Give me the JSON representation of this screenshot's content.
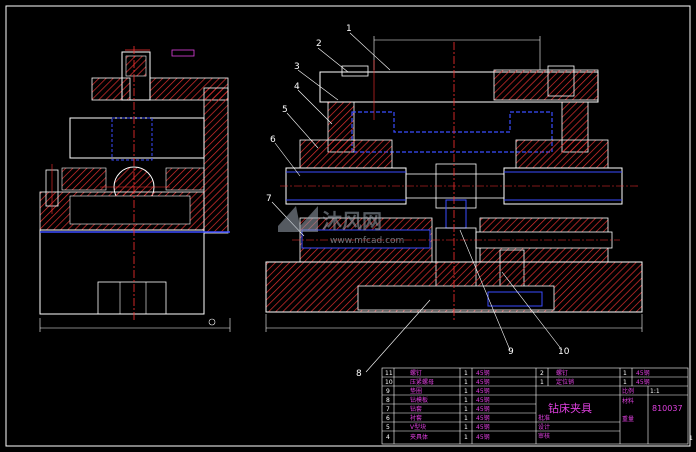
{
  "title": "钻床夹具",
  "drawing_number": "810037",
  "scale": "1:1",
  "sheet_index": "1",
  "callouts": [
    "1",
    "2",
    "3",
    "4",
    "5",
    "6",
    "7",
    "8",
    "9",
    "10"
  ],
  "colors": {
    "background": "#000000",
    "outline": "#ffffff",
    "hatch": "#e03030",
    "hidden": "#3a4cff",
    "centerline": "#ff3030",
    "table_text": "#e040e0",
    "watermark": "#9aa4b0"
  },
  "parts_table": [
    {
      "no": "11",
      "name": "螺钉",
      "qty": "1",
      "material": "45钢"
    },
    {
      "no": "10",
      "name": "压紧螺母",
      "qty": "1",
      "material": "45钢"
    },
    {
      "no": "9",
      "name": "垫圈",
      "qty": "1",
      "material": "45钢"
    },
    {
      "no": "8",
      "name": "钻模板",
      "qty": "1",
      "material": "45钢"
    },
    {
      "no": "7",
      "name": "钻套",
      "qty": "1",
      "material": "45钢"
    },
    {
      "no": "6",
      "name": "衬套",
      "qty": "1",
      "material": "45钢"
    },
    {
      "no": "5",
      "name": "V型块",
      "qty": "1",
      "material": "45钢"
    },
    {
      "no": "4",
      "name": "夹具体",
      "qty": "1",
      "material": "45钢"
    }
  ],
  "parts_table_right": [
    {
      "no": "2",
      "name": "螺钉",
      "qty": "1",
      "material": "45钢"
    },
    {
      "no": "1",
      "name": "定位销",
      "qty": "1",
      "material": "45钢"
    }
  ],
  "title_block_labels": {
    "design": "设计",
    "check": "审核",
    "approve": "批准",
    "scale_label": "比例",
    "material_label": "材料",
    "weight_label": "重量"
  },
  "watermark": {
    "text": "沐风网",
    "url": "www.mfcad.com"
  }
}
